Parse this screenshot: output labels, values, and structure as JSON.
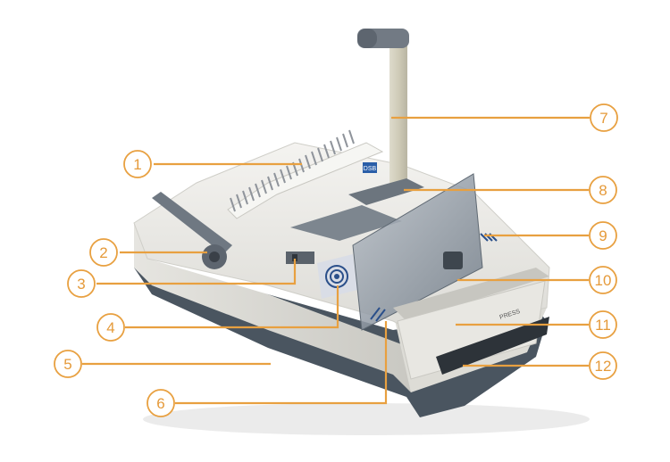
{
  "brand_badge": "DSB",
  "panel_label": "PRESS",
  "accent_color": "#e8a040",
  "machine_body_color": "#ecebe7",
  "machine_base_color": "#4a5560",
  "callouts": [
    {
      "label": "1"
    },
    {
      "label": "2"
    },
    {
      "label": "3"
    },
    {
      "label": "4"
    },
    {
      "label": "5"
    },
    {
      "label": "6"
    },
    {
      "label": "7"
    },
    {
      "label": "8"
    },
    {
      "label": "9"
    },
    {
      "label": "10"
    },
    {
      "label": "11"
    },
    {
      "label": "12"
    }
  ]
}
